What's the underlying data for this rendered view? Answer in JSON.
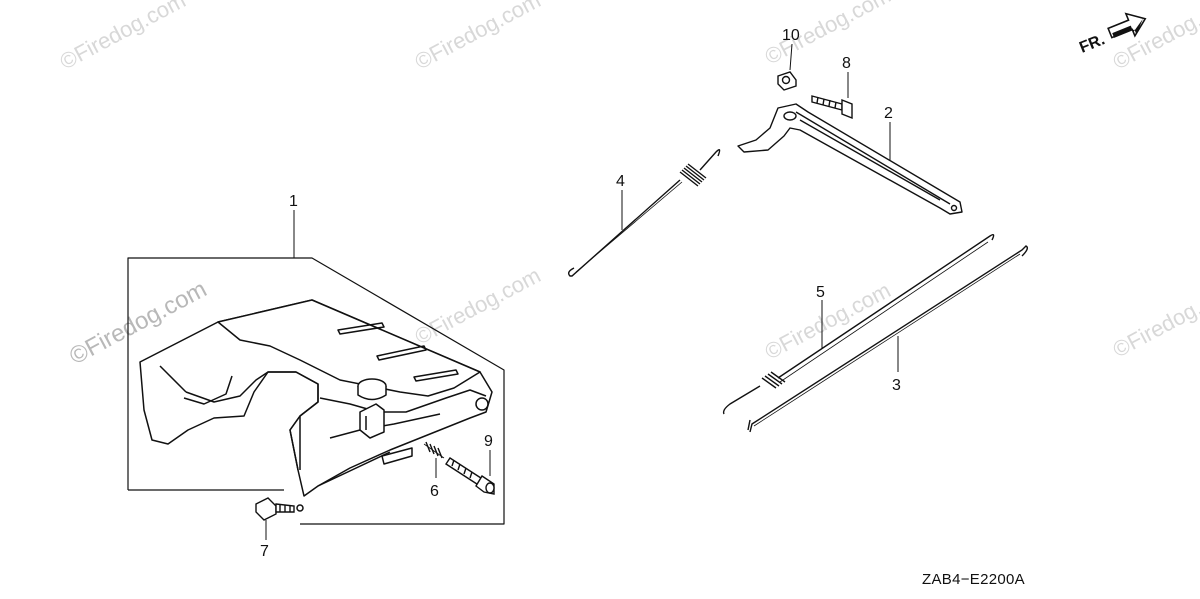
{
  "diagram_code": "ZAB4−E2200A",
  "direction_label": "FR.",
  "direction_icon": "arrow-right-icon",
  "watermark": "©Firedog.com",
  "callouts": [
    {
      "id": "1",
      "part": "cover"
    },
    {
      "id": "2",
      "part": "lever arm"
    },
    {
      "id": "3",
      "part": "rod"
    },
    {
      "id": "4",
      "part": "spring rod"
    },
    {
      "id": "5",
      "part": "spring rod"
    },
    {
      "id": "6",
      "part": "spring"
    },
    {
      "id": "7",
      "part": "flange bolt"
    },
    {
      "id": "8",
      "part": "bolt"
    },
    {
      "id": "9",
      "part": "bolt"
    },
    {
      "id": "10",
      "part": "nut"
    }
  ]
}
